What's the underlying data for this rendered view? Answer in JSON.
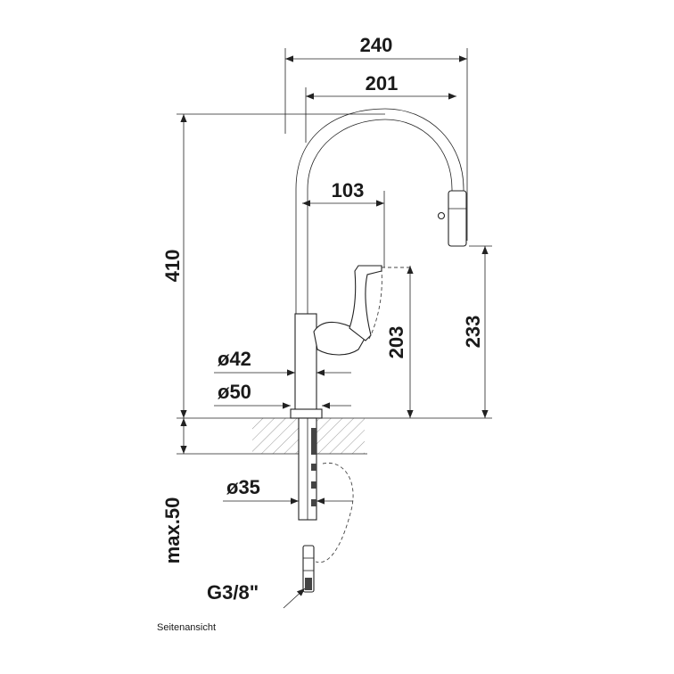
{
  "drawing": {
    "dimensions": {
      "total_width": "240",
      "spout_reach": "201",
      "lever_offset": "103",
      "total_height": "410",
      "spout_height": "233",
      "lever_height": "203",
      "body_diameter": "ø42",
      "base_diameter": "ø50",
      "hole_diameter": "ø35",
      "max_thickness": "max.50",
      "connection_thread": "G3/8\""
    },
    "caption": "Seitenansicht"
  }
}
